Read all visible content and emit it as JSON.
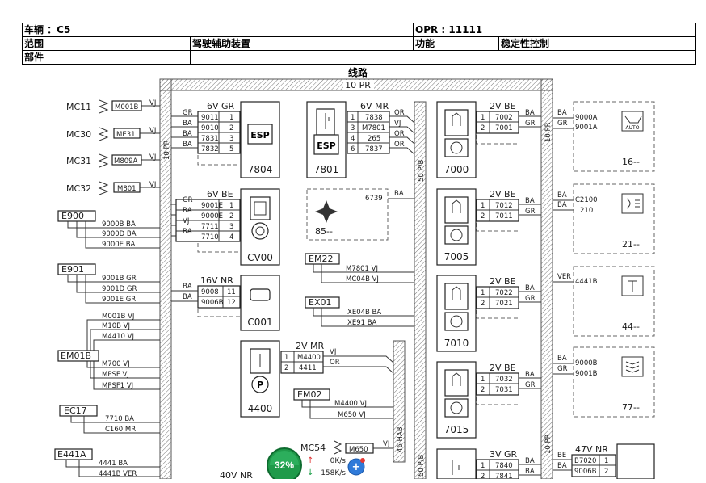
{
  "header": {
    "vehicle": "车辆 ：C5",
    "opr": "OPR : 11111",
    "scope_label": "范围",
    "scope_value": "驾驶辅助装置",
    "function_label": "功能",
    "function_value": "稳定性控制",
    "part_label": "部件",
    "part_value": ""
  },
  "diagram": {
    "title": "线路",
    "bus_top": "10 PR",
    "bus_left": "10 PR",
    "bus_mid": "50 P/B",
    "bus_mid2": "50 P/B",
    "bus_right": "10 PR",
    "bus_right2": "10 PR",
    "bus_hab": "46 HAB",
    "bus_bottom": "40V NR",
    "mc_connectors": [
      {
        "name": "MC11",
        "tag": "M001B",
        "wire": "VJ"
      },
      {
        "name": "MC30",
        "tag": "ME31",
        "wire": "VJ"
      },
      {
        "name": "MC31",
        "tag": "M809A",
        "wire": "VJ"
      },
      {
        "name": "MC32",
        "tag": "M801",
        "wire": "VJ"
      }
    ],
    "left_groups": [
      {
        "name": "E900",
        "lines": [
          "9000B BA",
          "9000D BA",
          "9000E BA"
        ]
      },
      {
        "name": "E901",
        "lines": [
          "9001B GR",
          "9001D GR",
          "9001E GR"
        ]
      },
      {
        "name": "EM01B",
        "lines": [
          "M001B VJ",
          "M10B VJ",
          "M4410 VJ",
          "M700 VJ",
          "MPSF VJ",
          "MPSF1 VJ"
        ]
      },
      {
        "name": "EC17",
        "lines": [
          "7710 BA",
          "C160 MR"
        ]
      },
      {
        "name": "E441A",
        "lines": [
          "4441 BA",
          "4441B VER"
        ]
      }
    ],
    "c7804": {
      "header": "6V GR",
      "label": "ESP",
      "number": "7804",
      "colors": [
        "GR",
        "BA",
        "BA",
        "BA"
      ],
      "pins": [
        {
          "wire": "9011",
          "pin": "1"
        },
        {
          "wire": "9010",
          "pin": "2"
        },
        {
          "wire": "7831",
          "pin": "3"
        },
        {
          "wire": "7832",
          "pin": "5"
        }
      ]
    },
    "c7801": {
      "header": "6V MR",
      "label": "ESP",
      "number": "7801",
      "colors": [
        "OR",
        "VJ",
        "OR",
        "OR"
      ],
      "pins": [
        {
          "wire": "7838",
          "pin": "1"
        },
        {
          "wire": "M7801",
          "pin": "3"
        },
        {
          "wire": "265",
          "pin": "4"
        },
        {
          "wire": "7837",
          "pin": "6"
        }
      ]
    },
    "cv00": {
      "header": "6V BE",
      "number": "CV00",
      "colors": [
        "GR",
        "BA",
        "VJ",
        "BA"
      ],
      "pins": [
        {
          "wire": "9001E",
          "pin": "1"
        },
        {
          "wire": "9000E",
          "pin": "2"
        },
        {
          "wire": "7711",
          "pin": "3"
        },
        {
          "wire": "7710",
          "pin": "4"
        }
      ]
    },
    "c001": {
      "header": "16V NR",
      "number": "C001",
      "colors": [
        "BA",
        "BA"
      ],
      "pins": [
        {
          "wire": "9008",
          "pin": "11"
        },
        {
          "wire": "9006B",
          "pin": "12"
        }
      ]
    },
    "c4400": {
      "header": "2V MR",
      "number": "4400",
      "colors": [
        "VJ",
        "OR"
      ],
      "pins": [
        {
          "pin": "1",
          "wire": "M4400"
        },
        {
          "pin": "2",
          "wire": "4411"
        }
      ]
    },
    "c85": {
      "wire": "6739",
      "color": "BA",
      "number": "85--"
    },
    "em22": {
      "name": "EM22",
      "lines": [
        "M7801 VJ",
        "MC04B VJ"
      ]
    },
    "ex01": {
      "name": "EX01",
      "lines": [
        "XE04B BA",
        "XE91 BA"
      ]
    },
    "em02": {
      "name": "EM02",
      "lines": [
        "M4400 VJ",
        "M650 VJ"
      ]
    },
    "mc54": {
      "name": "MC54",
      "tag": "M650",
      "wire": "VJ"
    },
    "sensors": [
      {
        "number": "7000",
        "header": "2V BE",
        "pins": [
          {
            "pin": "1",
            "wire": "7002"
          },
          {
            "pin": "2",
            "wire": "7001"
          }
        ],
        "colors": [
          "BA",
          "GR"
        ]
      },
      {
        "number": "7005",
        "header": "2V BE",
        "pins": [
          {
            "pin": "1",
            "wire": "7012"
          },
          {
            "pin": "2",
            "wire": "7011"
          }
        ],
        "colors": [
          "BA",
          "GR"
        ]
      },
      {
        "number": "7010",
        "header": "2V BE",
        "pins": [
          {
            "pin": "1",
            "wire": "7022"
          },
          {
            "pin": "2",
            "wire": "7021"
          }
        ],
        "colors": [
          "BA",
          "GR"
        ]
      },
      {
        "number": "7015",
        "header": "2V BE",
        "pins": [
          {
            "pin": "1",
            "wire": "7032"
          },
          {
            "pin": "2",
            "wire": "7031"
          }
        ],
        "colors": [
          "BA",
          "GR"
        ]
      },
      {
        "number": "",
        "header": "3V GR",
        "pins": [
          {
            "pin": "1",
            "wire": "7840"
          },
          {
            "pin": "2",
            "wire": "7841"
          }
        ],
        "colors": [
          "BA",
          "BA"
        ]
      }
    ],
    "right_refs": [
      {
        "colors": [
          "BA",
          "GR"
        ],
        "wires": [
          "9000A",
          "9001A"
        ],
        "number": "16--",
        "icon": "auto-icon"
      },
      {
        "colors": [
          "BA",
          "BA"
        ],
        "wires": [
          "C2100",
          "210"
        ],
        "number": "21--",
        "icon": "headlamp-icon"
      },
      {
        "colors": [
          "VER"
        ],
        "wires": [
          "4441B"
        ],
        "number": "44--",
        "icon": "brake-pedal-icon"
      },
      {
        "colors": [
          "BA",
          "GR"
        ],
        "wires": [
          "9000B",
          "9001B"
        ],
        "number": "77--",
        "icon": "suspension-icon"
      }
    ],
    "c47v": {
      "header": "47V NR",
      "colors": [
        "BE",
        "BA"
      ],
      "pins": [
        {
          "wire": "B7020",
          "pin": "1"
        },
        {
          "wire": "9006B",
          "pin": "2"
        }
      ]
    }
  },
  "widget": {
    "percent": "32%",
    "up": "0K/s",
    "down": "158K/s",
    "up_arrow": "↑",
    "down_arrow": "↓",
    "plus": "+"
  }
}
